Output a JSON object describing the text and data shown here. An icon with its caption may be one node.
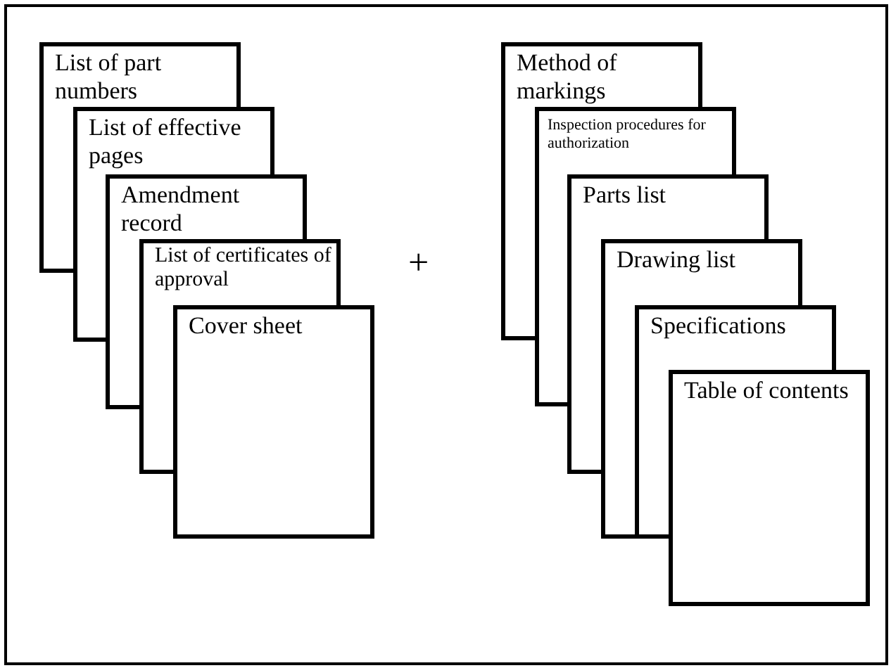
{
  "diagram": {
    "nodes": [
      {
        "text": [
          "List of part numbers"
        ]
      },
      {
        "text": [
          "List of effective pages"
        ]
      },
      {
        "text": [
          "Amendment record"
        ]
      },
      {
        "text": [
          "List of certificates of approval"
        ]
      },
      {
        "text": [
          "Cover sheet"
        ]
      },
      {
        "text": [
          "Method of markings"
        ]
      },
      {
        "text": [
          "Inspection procedures for authorization"
        ]
      },
      {
        "text": [
          "Parts list"
        ]
      },
      {
        "text": [
          "Drawing list"
        ]
      },
      {
        "text": [
          "Specifications"
        ]
      },
      {
        "text": [
          "Table of contents"
        ]
      }
    ],
    "labels": [
      "+"
    ]
  }
}
